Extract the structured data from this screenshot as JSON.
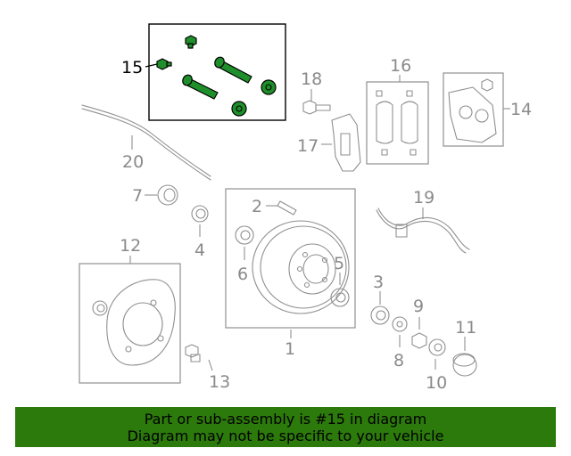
{
  "diagram": {
    "callouts": {
      "c1": "1",
      "c2": "2",
      "c3": "3",
      "c4": "4",
      "c5": "5",
      "c6": "6",
      "c7": "7",
      "c8": "8",
      "c9": "9",
      "c10": "10",
      "c11": "11",
      "c12": "12",
      "c13": "13",
      "c14": "14",
      "c15": "15",
      "c16": "16",
      "c17": "17",
      "c18": "18",
      "c19": "19",
      "c20": "20"
    },
    "highlight_color": "#1e8f2a",
    "line_color": "#8f8f8f"
  },
  "banner": {
    "line1": "Part or sub-assembly is #15 in diagram",
    "line2": "Diagram may not be specific to your vehicle",
    "background": "#2d7a0c"
  }
}
